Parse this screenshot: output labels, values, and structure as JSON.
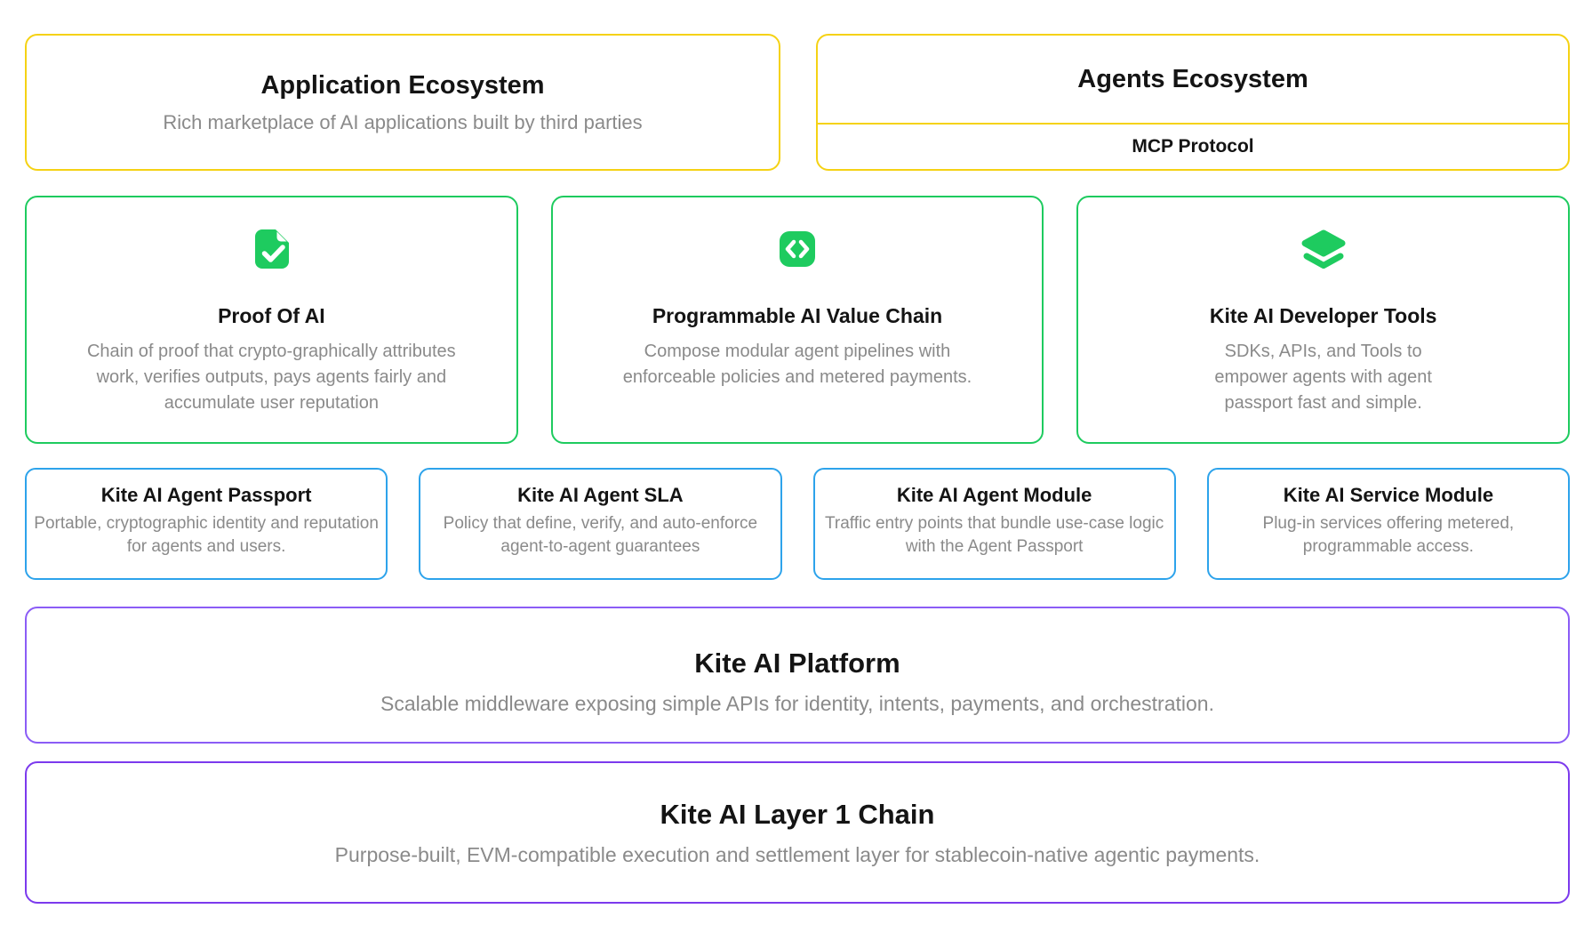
{
  "colors": {
    "yellow": "#F5D214",
    "green": "#1ECB5F",
    "blue": "#2DA3EB",
    "purple": "#8B5CF6",
    "purple_dark": "#7C3AED",
    "title": "#141414",
    "desc": "#8A8A8A",
    "bg": "#FFFFFF"
  },
  "ecosystems": {
    "application": {
      "title": "Application Ecosystem",
      "description": "Rich marketplace of AI applications built by third parties"
    },
    "agents": {
      "title": "Agents Ecosystem",
      "protocol_label": "MCP Protocol"
    }
  },
  "pillars": [
    {
      "icon": "file-check-icon",
      "title": "Proof Of AI",
      "description": "Chain of proof that crypto-graphically attributes work, verifies outputs, pays agents fairly and accumulate user reputation"
    },
    {
      "icon": "code-brackets-icon",
      "title": "Programmable AI Value Chain",
      "description": "Compose modular agent pipelines with enforceable policies and metered payments."
    },
    {
      "icon": "layers-icon",
      "title": "Kite AI Developer Tools",
      "description": "SDKs, APIs, and Tools to empower agents with agent passport fast and simple."
    }
  ],
  "modules": [
    {
      "title": "Kite AI Agent Passport",
      "description": "Portable, cryptographic identity and reputation for agents and users."
    },
    {
      "title": "Kite AI Agent SLA",
      "description": "Policy that define, verify, and auto-enforce agent-to-agent guarantees"
    },
    {
      "title": "Kite AI Agent Module",
      "description": "Traffic entry points that bundle use-case logic with the Agent Passport"
    },
    {
      "title": "Kite AI Service Module",
      "description": "Plug-in services offering metered, programmable access."
    }
  ],
  "platform": {
    "title": "Kite AI Platform",
    "description": "Scalable middleware exposing simple APIs for identity, intents, payments, and orchestration."
  },
  "chain": {
    "title": "Kite AI Layer 1 Chain",
    "description": "Purpose-built, EVM-compatible execution and settlement layer for stablecoin-native agentic payments."
  }
}
